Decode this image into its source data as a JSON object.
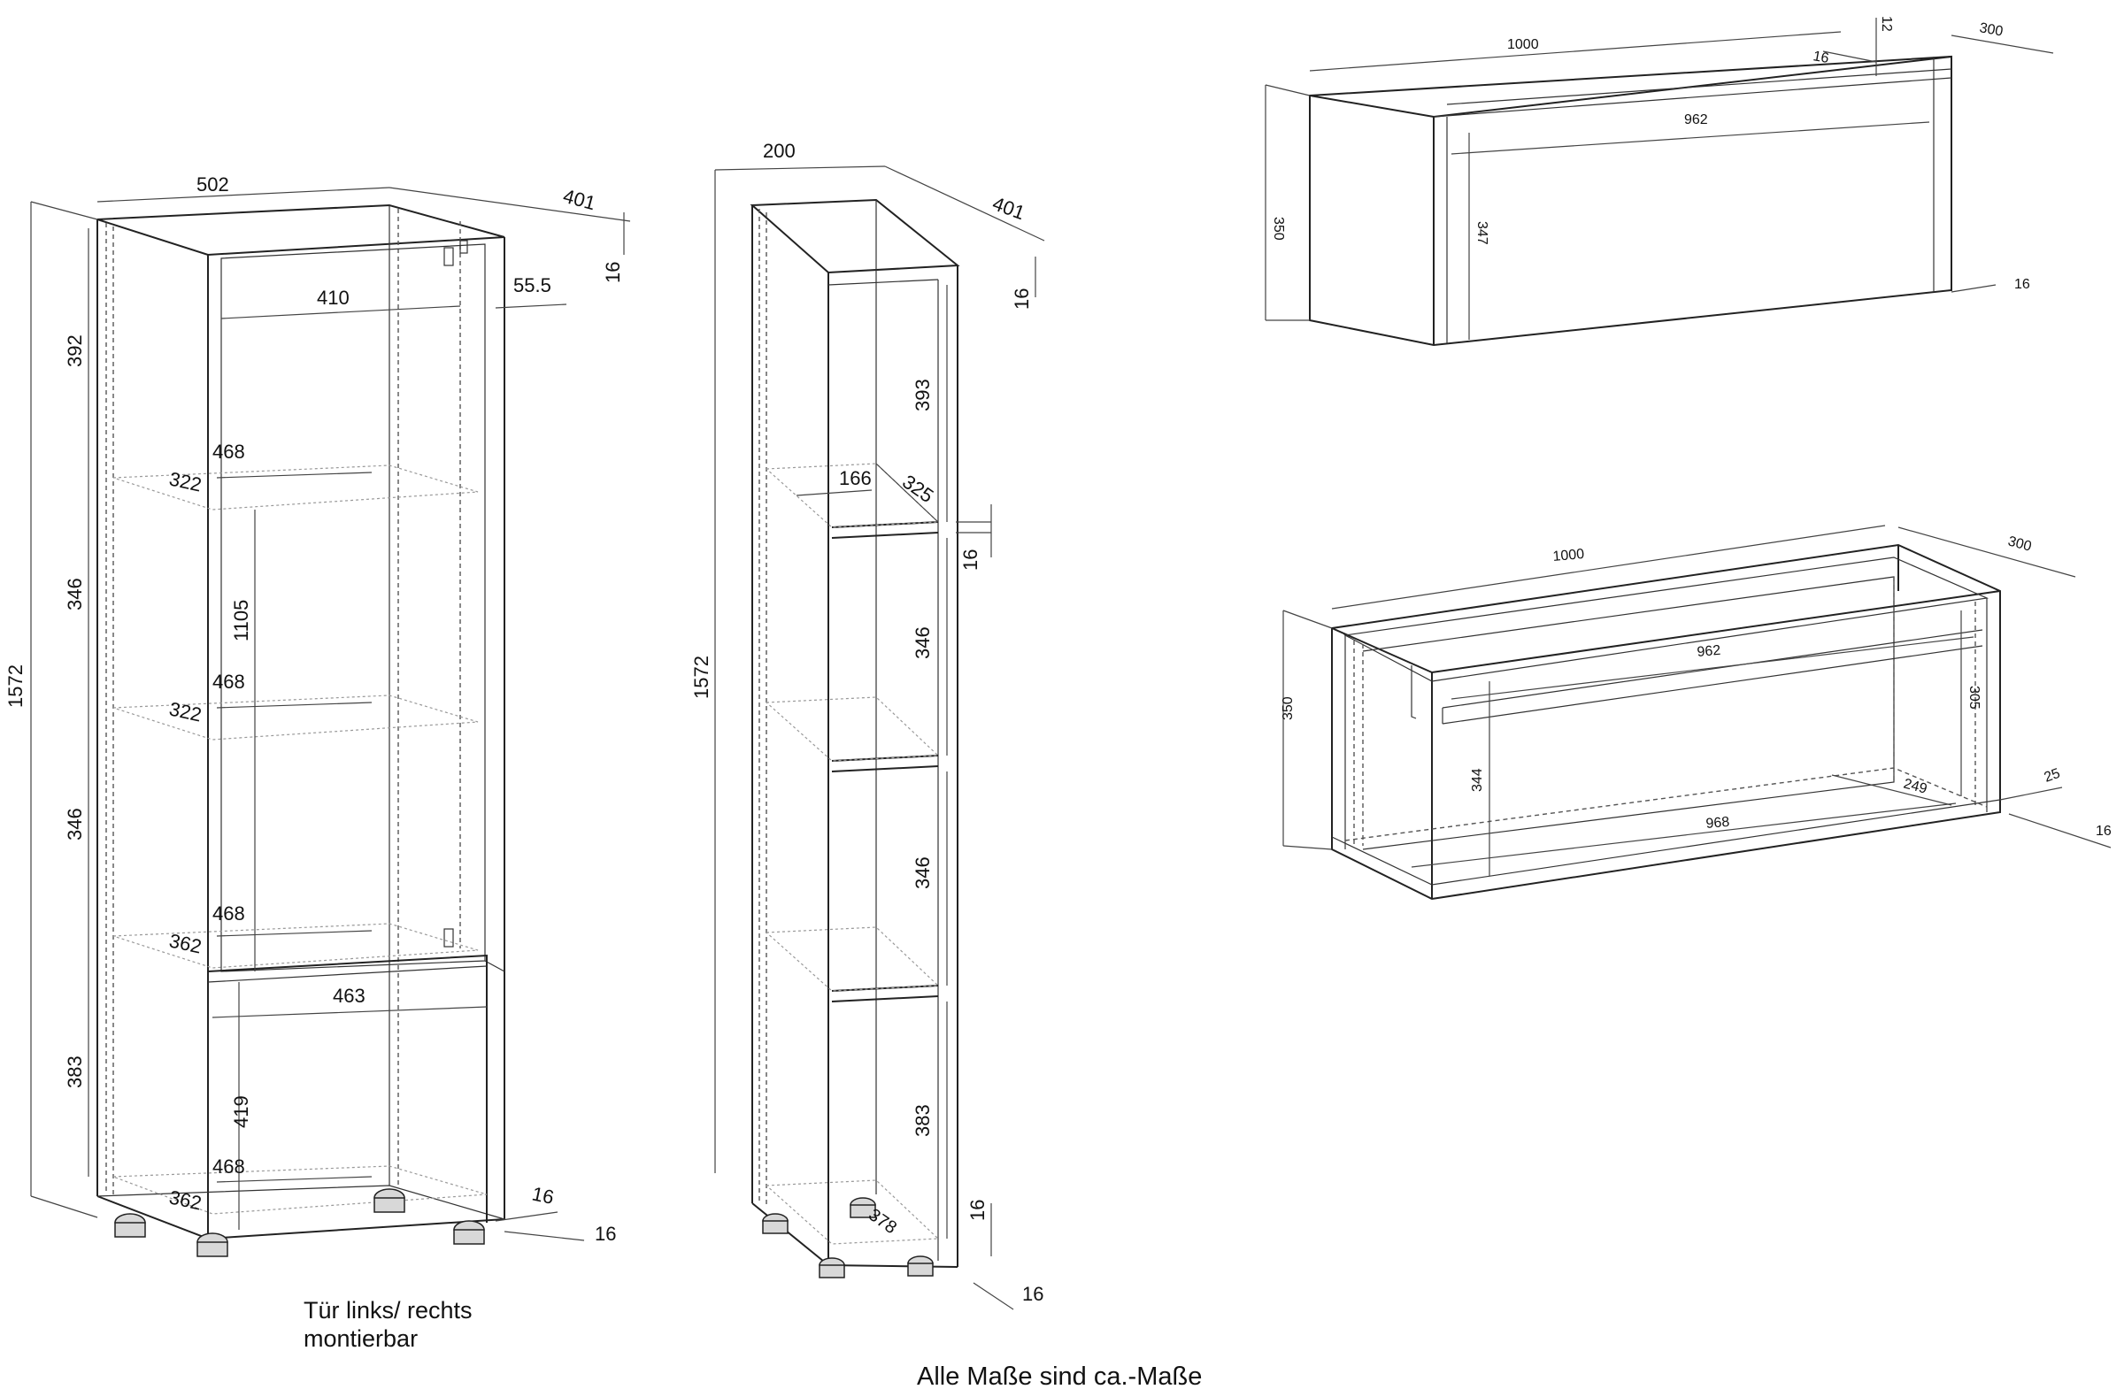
{
  "tall_cabinet": {
    "width": "502",
    "depth": "401",
    "height": "1572",
    "inner_width": "410",
    "door_offset": "55.5",
    "top_thickness": "16",
    "compartment_1": "392",
    "compartment_2": "346",
    "compartment_3": "346",
    "compartment_4": "383",
    "glass_height": "1105",
    "lower_height": "419",
    "shelf_width_1": "468",
    "shelf_depth_1": "322",
    "shelf_width_2": "468",
    "shelf_depth_2": "322",
    "shelf_width_3": "468",
    "shelf_depth_3": "362",
    "shelf_width_4": "468",
    "shelf_depth_4": "362",
    "lower_inner_width": "463",
    "base_thickness_1": "16",
    "base_thickness_2": "16",
    "note_line_1": "Tür links/ rechts",
    "note_line_2": "montierbar"
  },
  "narrow_shelf": {
    "width": "200",
    "depth": "401",
    "height": "1572",
    "top_thickness": "16",
    "compartment_1": "393",
    "compartment_2": "346",
    "compartment_3": "346",
    "compartment_4": "383",
    "shelf_width": "166",
    "shelf_depth": "325",
    "shelf_thickness": "16",
    "bottom_thickness": "16",
    "bottom_depth": "378",
    "side_thickness": "16"
  },
  "wall_unit_closed": {
    "width": "1000",
    "depth": "300",
    "height": "350",
    "inner_width": "962",
    "inner_height": "347",
    "top_offset": "12",
    "top_inset": "16",
    "side_thickness": "16"
  },
  "wall_unit_open": {
    "width": "1000",
    "depth": "300",
    "height": "350",
    "inner_width": "962",
    "bottom_width": "968",
    "inner_height": "344",
    "rear_height": "305",
    "inner_depth": "249",
    "back_offset": "25",
    "side_thickness": "16"
  },
  "footer": "Alle Maße sind ca.-Maße"
}
